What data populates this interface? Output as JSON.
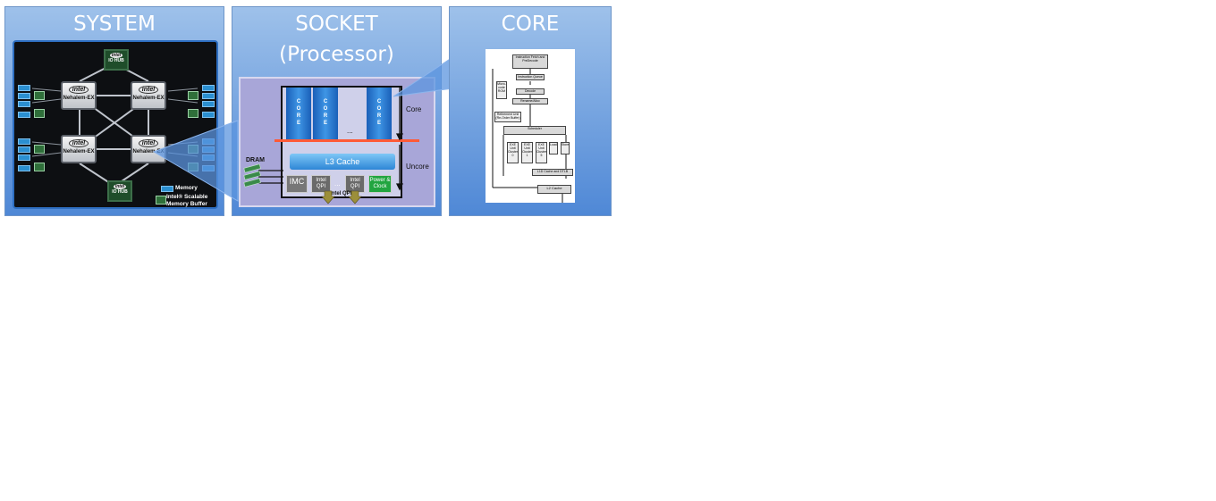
{
  "panels": {
    "system": {
      "title": "SYSTEM"
    },
    "socket": {
      "title_line1": "SOCKET",
      "title_line2": "(Processor)"
    },
    "core": {
      "title": "CORE"
    }
  },
  "system_diagram": {
    "io_hub_label": "IO HUB",
    "intel_logo": "intel",
    "cpu_label": "Nehalem-EX",
    "legend_memory": "Memory",
    "legend_buffer_line1": "Intel® Scalable",
    "legend_buffer_line2": "Memory Buffer"
  },
  "socket_diagram": {
    "core_bar_label": "CORE",
    "ellipsis": "...",
    "l3_cache": "L3 Cache",
    "imc": "IMC",
    "intel_qpi_block": "Intel QPI",
    "power_clock": "Power & Clock",
    "dram": "DRAM",
    "core_side": "Core",
    "uncore_side": "Uncore",
    "intel_qpi_bottom": "Intel QPI"
  },
  "core_diagram": {
    "instruction_fetch": "Instruction Fetch and PreDecode",
    "instruction_queue": "Instruction Queue",
    "decode": "Decode",
    "rename": "Rename/Alloc",
    "microcode": "Micro-code ROM",
    "retirement": "Retirement Unit (Re-Order Buffer)",
    "scheduler": "Scheduler",
    "exe1": "EXE Unit Cluster 0",
    "exe2": "EXE Unit Cluster 1",
    "exe3": "EXE Unit Cluster 5",
    "load": "Load",
    "store": "Store",
    "l1d": "L1D Cache and DTLB",
    "l2": "L2 Cache"
  },
  "colors": {
    "panel_top": "#9ec1ea",
    "panel_bottom": "#4f88d6",
    "board": "#0d0f12",
    "core_bar": "#2a7cd4",
    "l3": "#4aa3ea",
    "power_clock": "#22a540",
    "uncore_line": "#ff5a36"
  }
}
